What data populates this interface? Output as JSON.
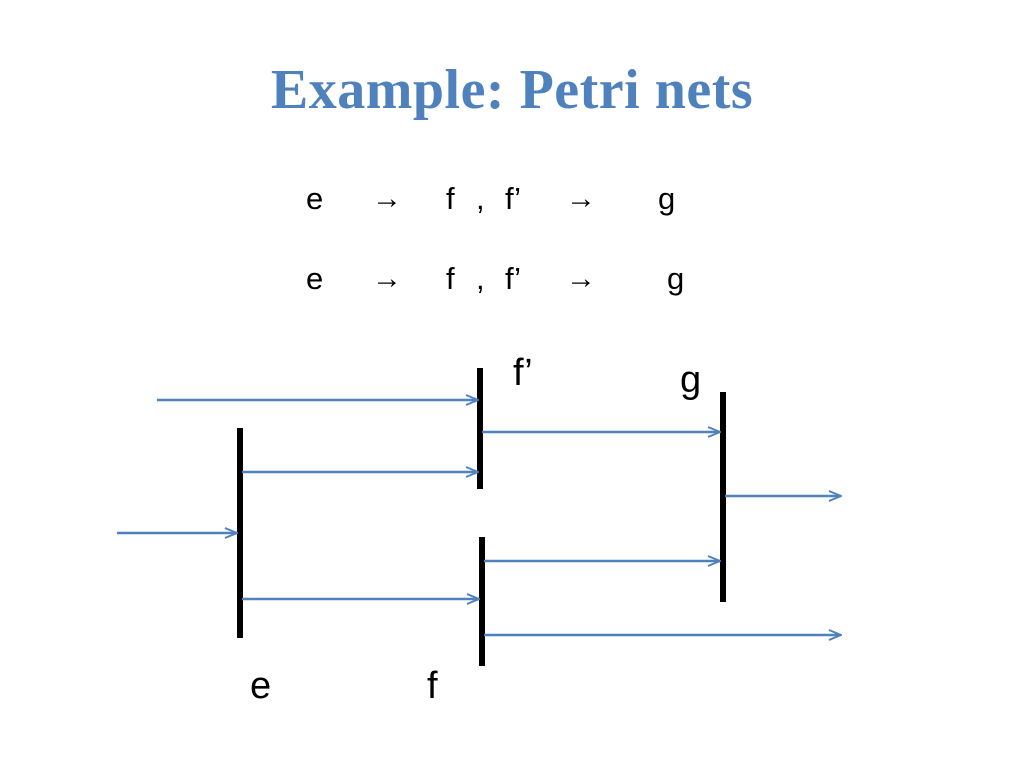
{
  "slide": {
    "title": "Example: Petri nets"
  },
  "rules": [
    {
      "from": "e",
      "arrow": "→",
      "mid1": "f",
      "comma": ",",
      "mid2": "f’",
      "arrow2": "→",
      "to": "g"
    },
    {
      "from": "e",
      "arrow": "→",
      "mid1": "f",
      "comma": ",",
      "mid2": "f’",
      "arrow2": "→",
      "to": "g"
    }
  ],
  "diagram": {
    "transition_labels": {
      "e": "e",
      "f": "f",
      "f_prime": "f’",
      "g": "g"
    },
    "arrow_color": "#4f81bd",
    "bar_color": "#000000"
  }
}
